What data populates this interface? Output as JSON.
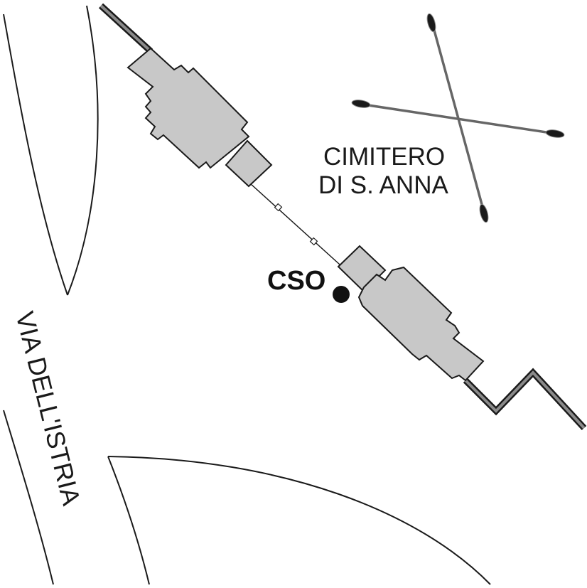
{
  "labels": {
    "cemetery_line1": "CIMITERO",
    "cemetery_line2": "DI S. ANNA",
    "station": "CSO",
    "road": "VIA DELL'ISTRIA"
  },
  "colors": {
    "background": "#ffffff",
    "outline": "#1a1a1a",
    "building_fill": "#c8c8c8",
    "wall_fill": "#8a8a8a",
    "cross_stroke": "#666666",
    "point_marker": "#111111"
  },
  "icons": {
    "cemetery_symbol": "cemetery-cross-icon",
    "station_marker": "point-marker-icon"
  }
}
